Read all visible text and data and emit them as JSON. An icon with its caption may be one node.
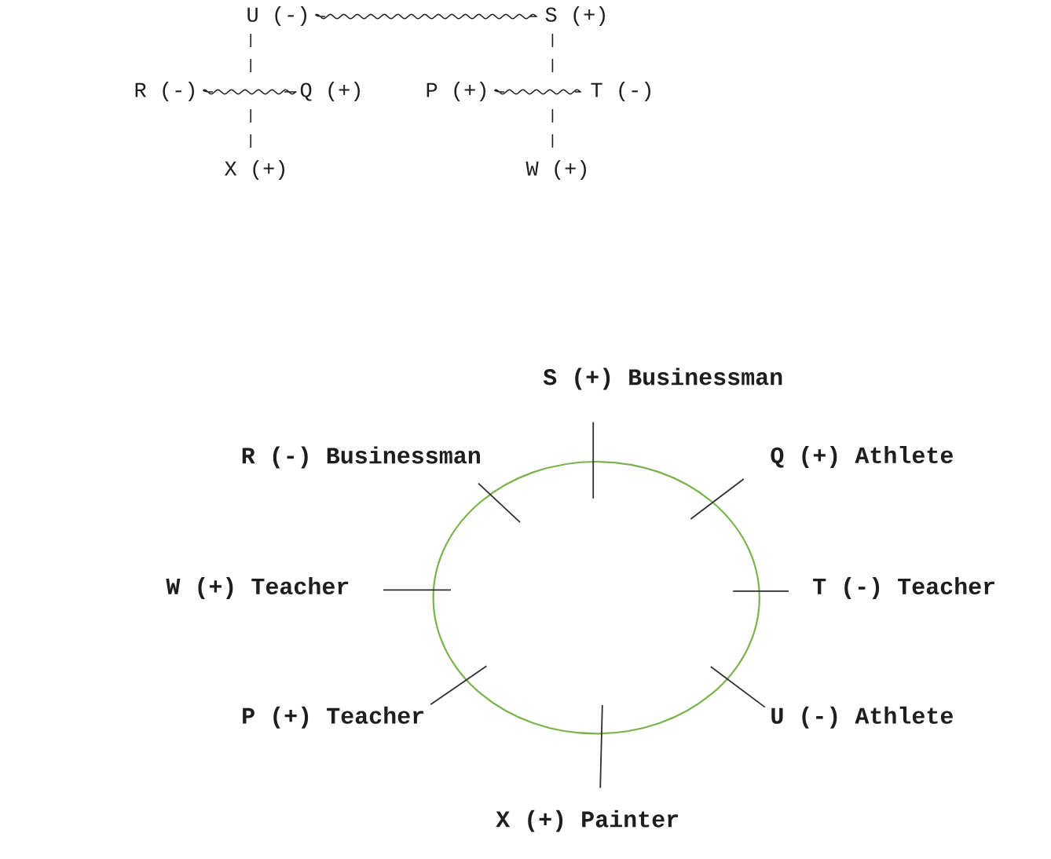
{
  "diagram": {
    "nodes": [
      {
        "text": [
          "U (-)"
        ]
      },
      {
        "text": [
          "S (+)"
        ]
      },
      {
        "text": [
          "R (-)"
        ]
      },
      {
        "text": [
          "Q (+)"
        ]
      },
      {
        "text": [
          "P (+)"
        ]
      },
      {
        "text": [
          "T (-)"
        ]
      },
      {
        "text": [
          "X (+)"
        ]
      },
      {
        "text": [
          "W (+)"
        ]
      }
    ],
    "edges": [
      {
        "from": 0,
        "to": 1,
        "arrow": "none"
      },
      {
        "from": 0,
        "to": 6,
        "arrow": "none",
        "style": "dashed"
      },
      {
        "from": 1,
        "to": 7,
        "arrow": "none",
        "style": "dashed"
      },
      {
        "from": 2,
        "to": 3,
        "arrow": "none"
      },
      {
        "from": 4,
        "to": 5,
        "arrow": "none"
      }
    ],
    "labels": [
      "S (+) Businessman",
      "R (-) Businessman",
      "Q (+) Athlete",
      "W (+) Teacher",
      "T (-) Teacher",
      "P (+) Teacher",
      "U (-) Athlete",
      "X (+) Painter"
    ]
  }
}
